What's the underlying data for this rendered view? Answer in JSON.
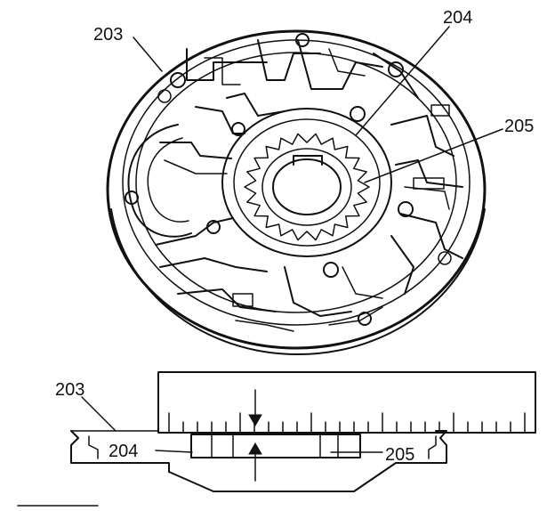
{
  "callouts": {
    "top_203": "203",
    "top_204": "204",
    "top_205": "205",
    "bottom_203": "203",
    "bottom_204": "204",
    "bottom_205": "205"
  }
}
